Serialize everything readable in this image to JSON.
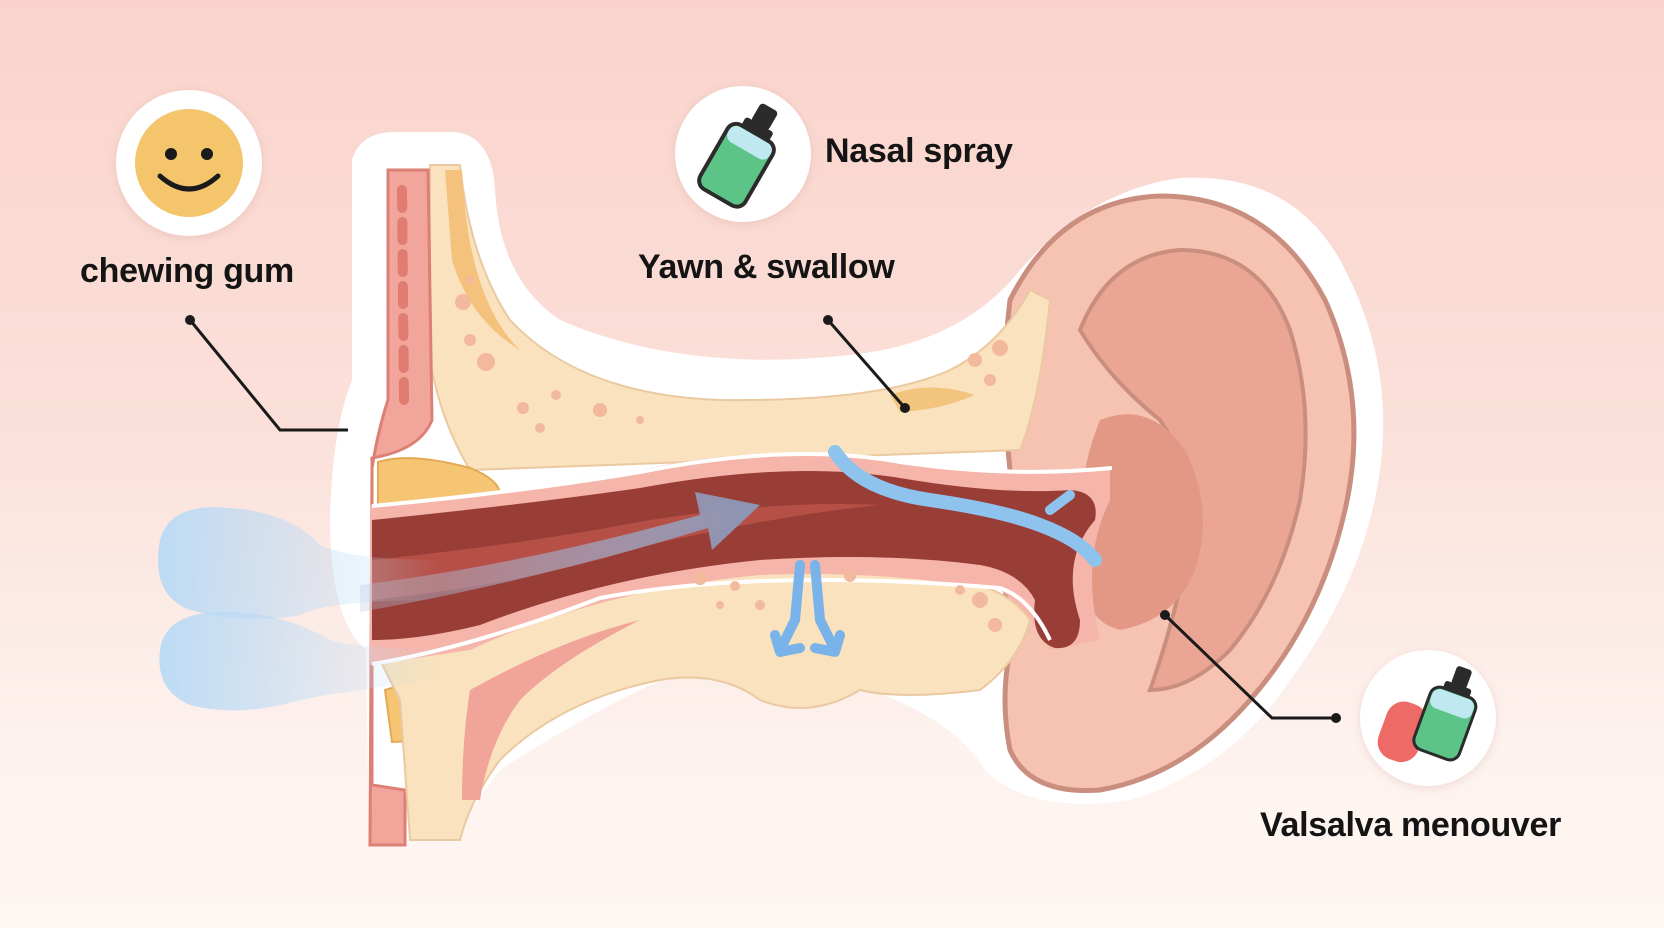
{
  "labels": {
    "chewing_gum": "chewing gum",
    "nasal_spray": "Nasal spray",
    "yawn_swallow": "Yawn & swallow",
    "valsalva": "Valsalva menouver"
  },
  "icons": {
    "chewing_gum": "smiley-face-icon",
    "nasal_spray": "nasal-spray-bottle-icon",
    "valsalva": "spray-bottle-and-pill-icon"
  },
  "colors": {
    "background_top": "#f9d3cb",
    "background_bottom": "#fef6f3",
    "tissue_pink": "#f0a49a",
    "bone_beige": "#f9e2bd",
    "canal_dark": "#9a3d38",
    "air_blue": "#8ec3ee",
    "smiley_yellow": "#f4c56b",
    "spray_green": "#5cc486",
    "pill_red": "#ee6a66"
  }
}
